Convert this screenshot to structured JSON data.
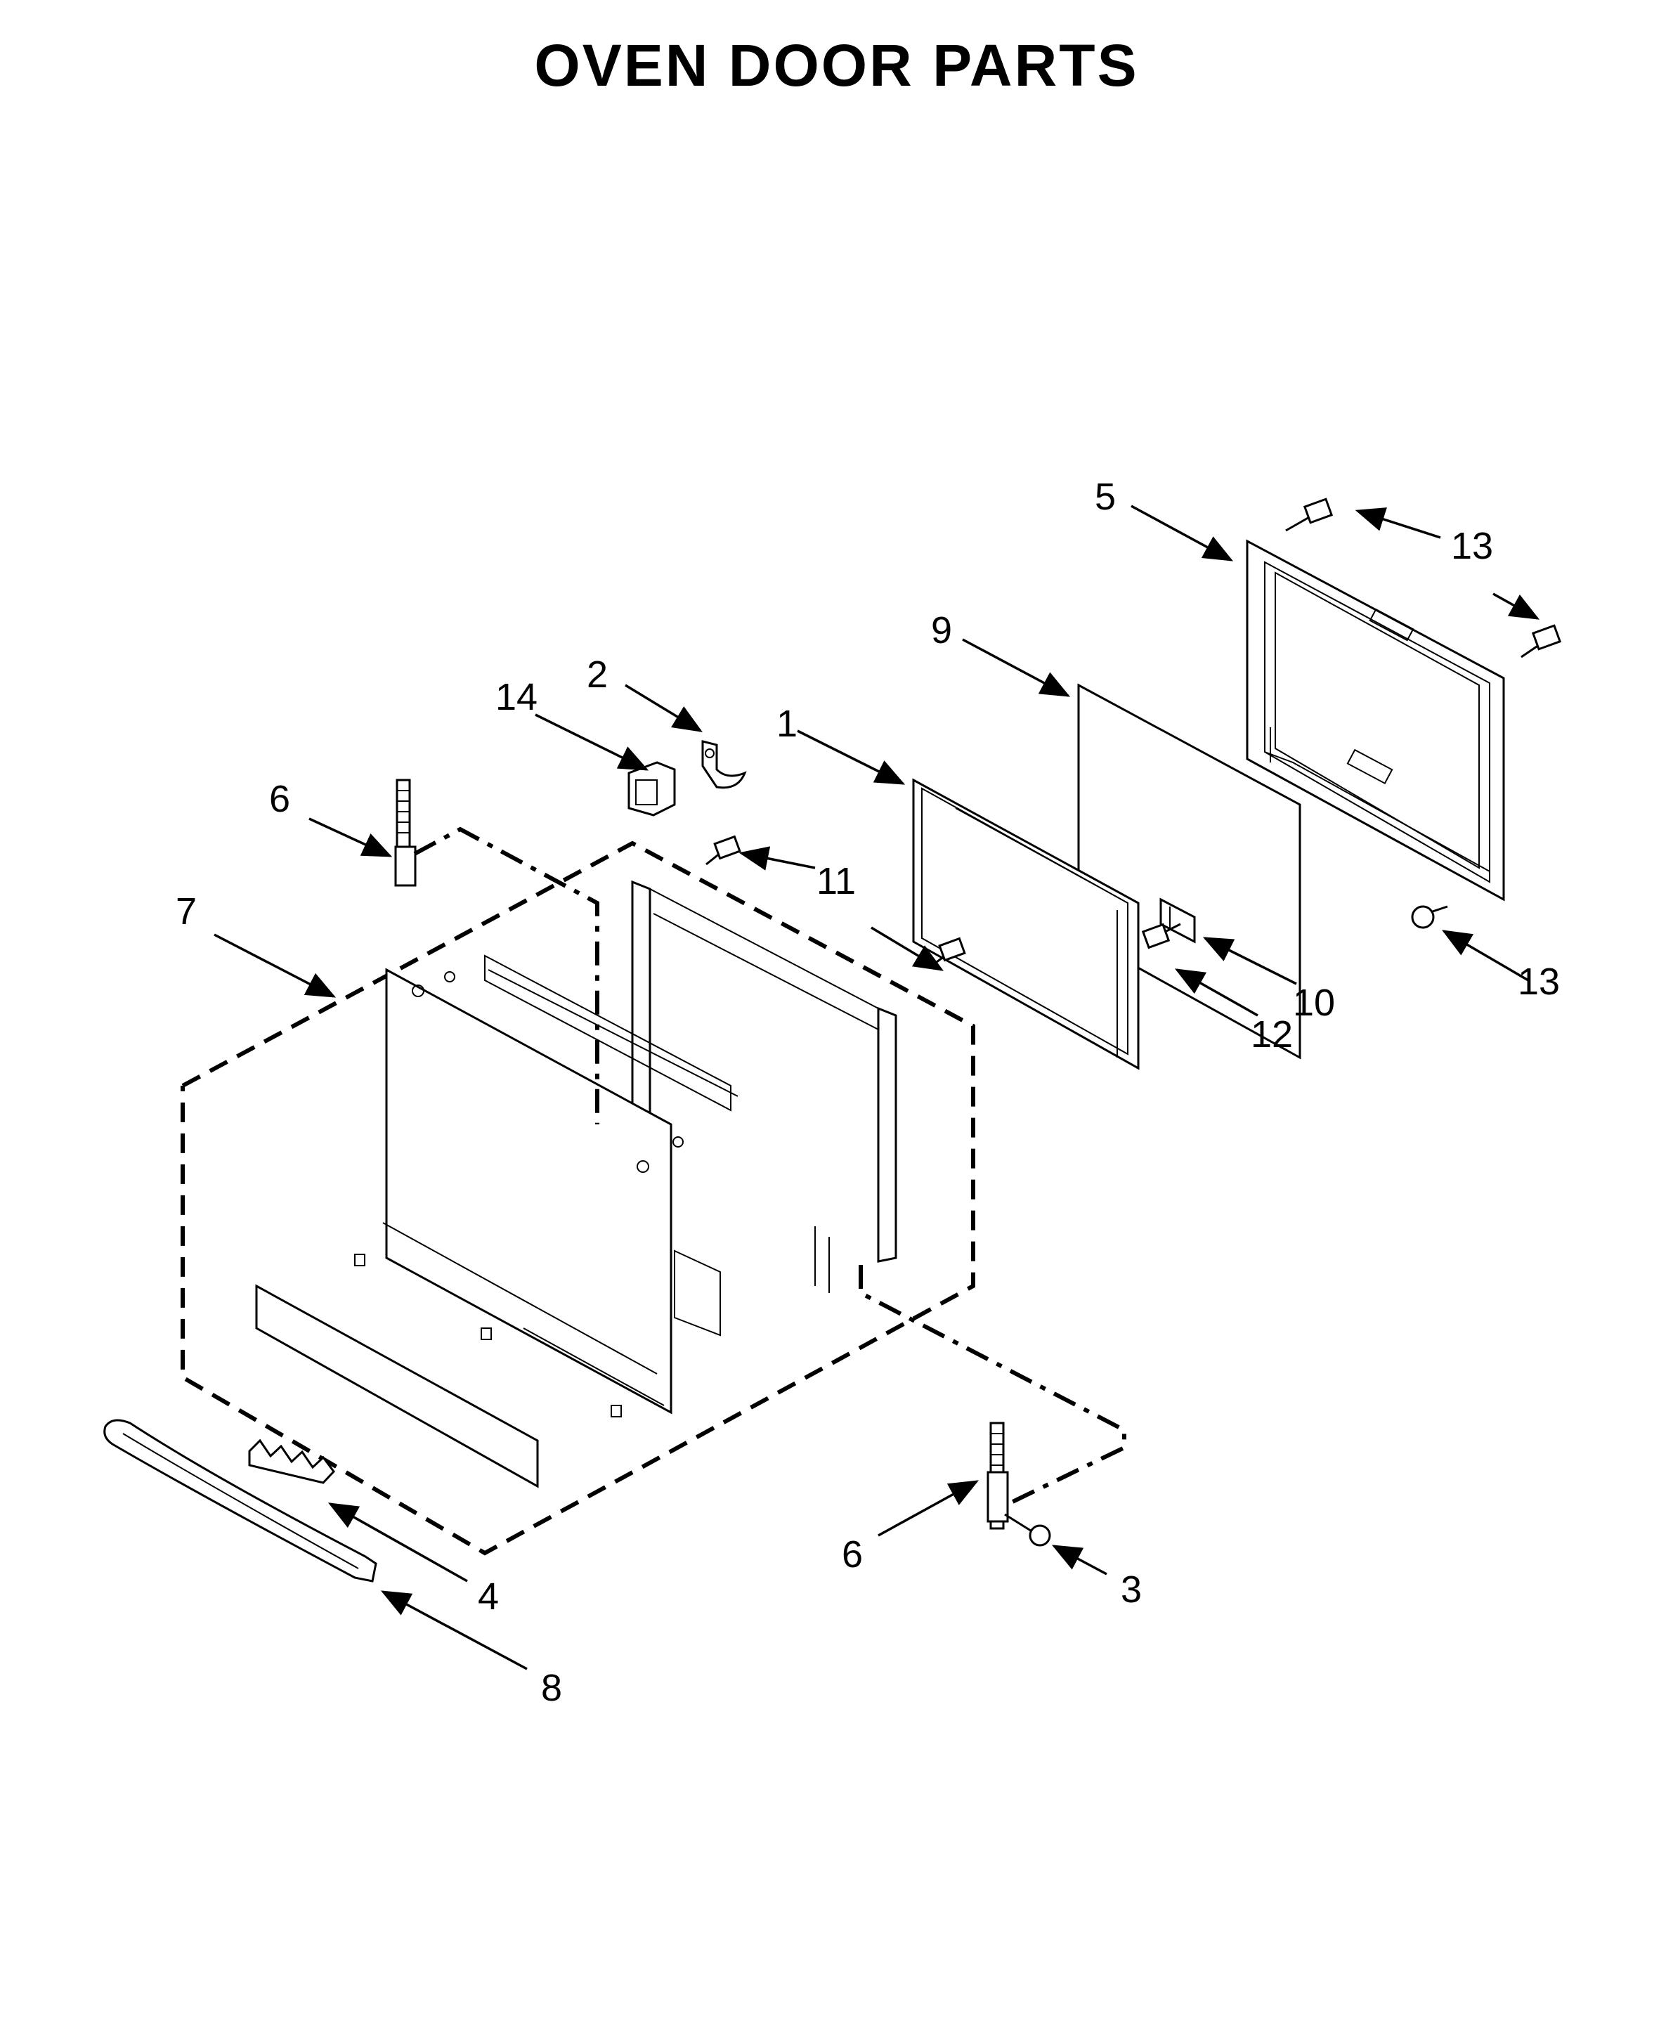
{
  "title": "OVEN DOOR PARTS",
  "callouts": {
    "c1": "1",
    "c2": "2",
    "c3": "3",
    "c4": "4",
    "c5": "5",
    "c6a": "6",
    "c6b": "6",
    "c7": "7",
    "c8": "8",
    "c9": "9",
    "c10": "10",
    "c11": "11",
    "c12": "12",
    "c13a": "13",
    "c13b": "13",
    "c14": "14"
  }
}
